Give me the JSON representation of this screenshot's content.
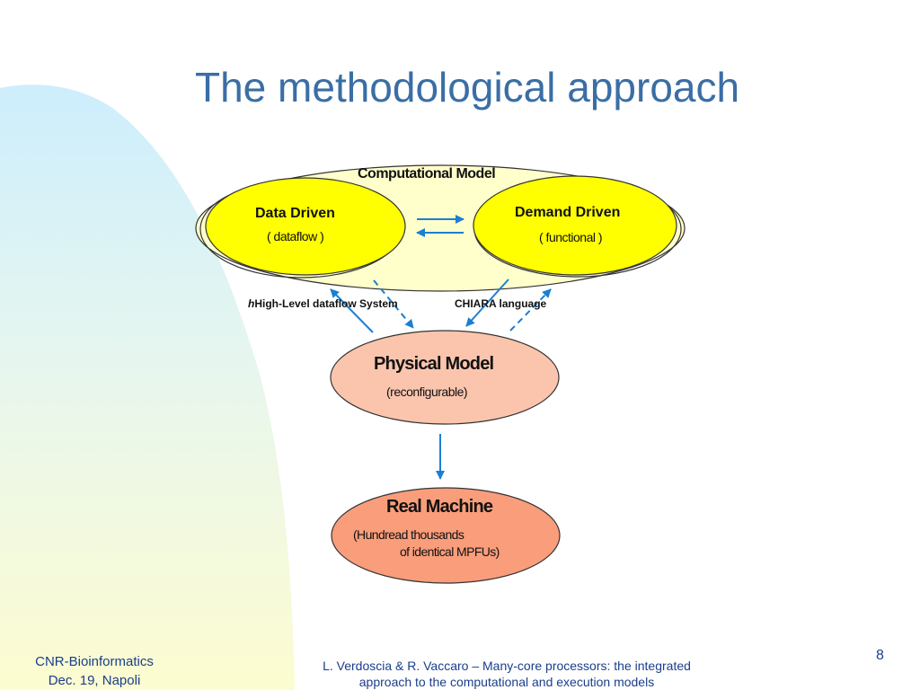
{
  "slide": {
    "title": "The methodological approach",
    "page_number": "8"
  },
  "diagram": {
    "computational_model": "Computational Model",
    "data_driven": {
      "title": "Data Driven",
      "subtitle": "( dataflow )"
    },
    "demand_driven": {
      "title": "Demand Driven",
      "subtitle": "( functional )"
    },
    "high_level_label_prefix": "h",
    "high_level_label": "High-Level dataflow System",
    "chiara_label": "CHIARA language",
    "physical_model": {
      "title": "Physical Model",
      "subtitle": "(reconfigurable)"
    },
    "real_machine": {
      "title": "Real Machine",
      "subtitle_line1": "(Hundread thousands",
      "subtitle_line2": "of identical MPFUs)"
    }
  },
  "footer": {
    "left_line1": "CNR-Bioinformatics",
    "left_line2": "Dec. 19, Napoli",
    "center_line1": "L. Verdoscia & R. Vaccaro – Many-core processors: the integrated",
    "center_line2": "approach to the computational and execution models"
  },
  "colors": {
    "title": "#3a6ea5",
    "footer_text": "#1a3e8c",
    "outer_ellipse": "#ffffcc",
    "inner_ellipse": "#ffff00",
    "physical_model": "#fbc5ad",
    "real_machine": "#f99d7b",
    "arrow": "#1a7fd4"
  }
}
